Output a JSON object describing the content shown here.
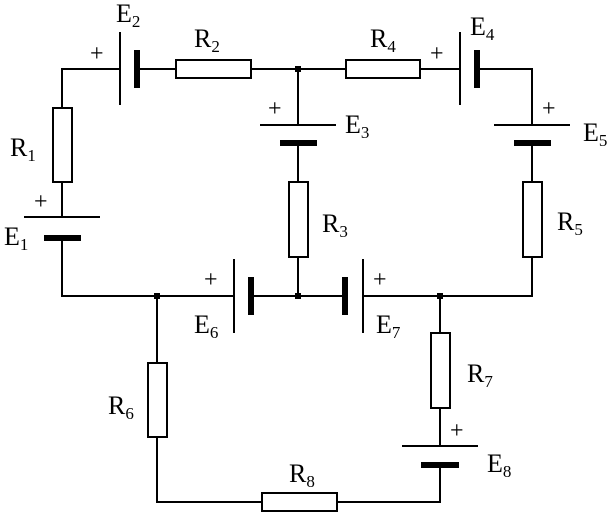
{
  "plus_sign": "+",
  "labels": {
    "R1": {
      "main": "R",
      "sub": "1"
    },
    "R2": {
      "main": "R",
      "sub": "2"
    },
    "R3": {
      "main": "R",
      "sub": "3"
    },
    "R4": {
      "main": "R",
      "sub": "4"
    },
    "R5": {
      "main": "R",
      "sub": "5"
    },
    "R6": {
      "main": "R",
      "sub": "6"
    },
    "R7": {
      "main": "R",
      "sub": "7"
    },
    "R8": {
      "main": "R",
      "sub": "8"
    },
    "E1": {
      "main": "E",
      "sub": "1"
    },
    "E2": {
      "main": "E",
      "sub": "2"
    },
    "E3": {
      "main": "E",
      "sub": "3"
    },
    "E4": {
      "main": "E",
      "sub": "4"
    },
    "E5": {
      "main": "E",
      "sub": "5"
    },
    "E6": {
      "main": "E",
      "sub": "6"
    },
    "E7": {
      "main": "E",
      "sub": "7"
    },
    "E8": {
      "main": "E",
      "sub": "8"
    }
  }
}
